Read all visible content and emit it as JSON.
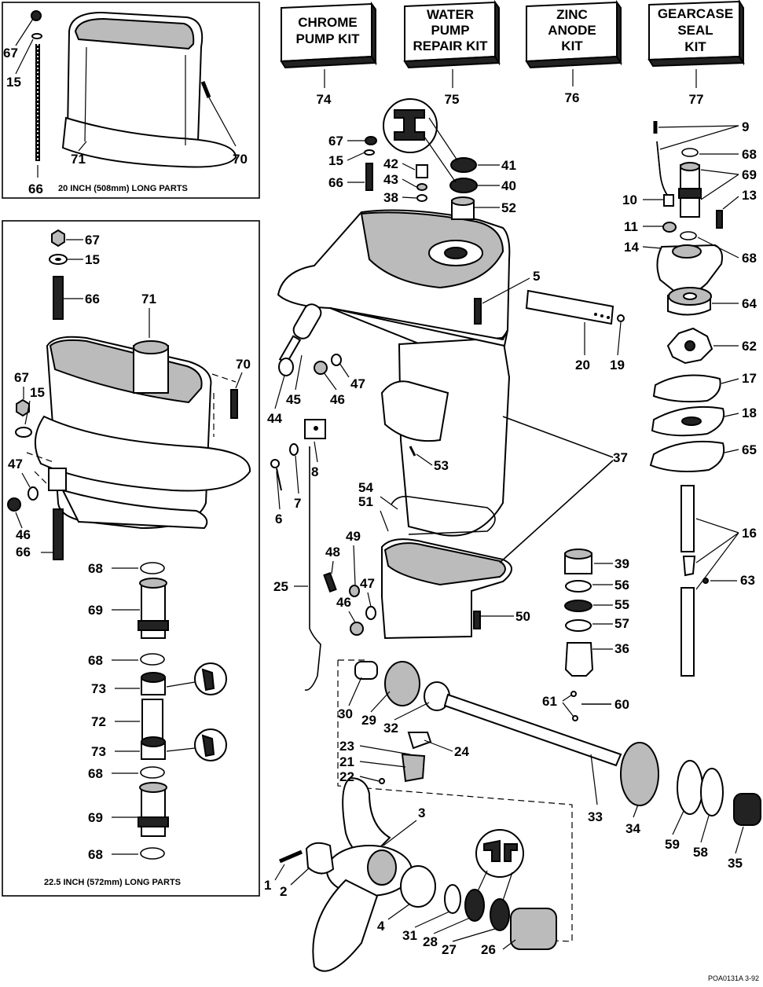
{
  "kits": [
    {
      "label_lines": [
        "CHROME",
        "PUMP KIT"
      ],
      "number": "74"
    },
    {
      "label_lines": [
        "WATER",
        "PUMP",
        "REPAIR KIT"
      ],
      "number": "75"
    },
    {
      "label_lines": [
        "ZINC",
        "ANODE",
        "KIT"
      ],
      "number": "76"
    },
    {
      "label_lines": [
        "GEARCASE",
        "SEAL",
        "KIT"
      ],
      "number": "77"
    }
  ],
  "captions": {
    "box20": "20 INCH (508mm) LONG PARTS",
    "box225": "22.5 INCH (572mm) LONG PARTS",
    "drawing_code": "POA0131A   3-92"
  },
  "labels": {
    "b1_67": "67",
    "b1_15": "15",
    "b1_66": "66",
    "b1_71": "71",
    "b1_70": "70",
    "b2_67a": "67",
    "b2_15a": "15",
    "b2_66a": "66",
    "b2_71": "71",
    "b2_70": "70",
    "b2_67b": "67",
    "b2_15b": "15",
    "b2_47": "47",
    "b2_46": "46",
    "b2_66b": "66",
    "b2_68a": "68",
    "b2_69a": "69",
    "b2_68b": "68",
    "b2_73a": "73",
    "b2_72": "72",
    "b2_73b": "73",
    "b2_68c": "68",
    "b2_69b": "69",
    "b2_68d": "68",
    "m_67": "67",
    "m_15": "15",
    "m_66": "66",
    "m_42": "42",
    "m_43": "43",
    "m_38": "38",
    "m_41": "41",
    "m_40": "40",
    "m_52": "52",
    "m_5": "5",
    "m_20": "20",
    "m_19": "19",
    "m_47a": "47",
    "m_46a": "46",
    "m_45": "45",
    "m_44": "44",
    "m_8": "8",
    "m_7": "7",
    "m_6": "6",
    "m_53": "53",
    "m_37": "37",
    "m_54": "54",
    "m_51": "51",
    "m_49": "49",
    "m_48": "48",
    "m_25": "25",
    "m_47b": "47",
    "m_46b": "46",
    "m_50": "50",
    "m_39": "39",
    "m_56": "56",
    "m_55": "55",
    "m_57": "57",
    "m_36": "36",
    "m_30": "30",
    "m_29": "29",
    "m_32": "32",
    "m_61": "61",
    "m_60": "60",
    "m_24": "24",
    "m_23": "23",
    "m_21": "21",
    "m_22": "22",
    "m_33": "33",
    "m_34": "34",
    "m_59": "59",
    "m_58": "58",
    "m_35": "35",
    "m_3": "3",
    "m_1": "1",
    "m_2": "2",
    "m_4": "4",
    "m_31": "31",
    "m_28": "28",
    "m_27": "27",
    "m_26": "26",
    "r_9": "9",
    "r_68a": "68",
    "r_69": "69",
    "r_10": "10",
    "r_13": "13",
    "r_11": "11",
    "r_14": "14",
    "r_68b": "68",
    "r_64": "64",
    "r_62": "62",
    "r_17": "17",
    "r_18": "18",
    "r_65": "65",
    "r_16": "16",
    "r_63": "63"
  }
}
